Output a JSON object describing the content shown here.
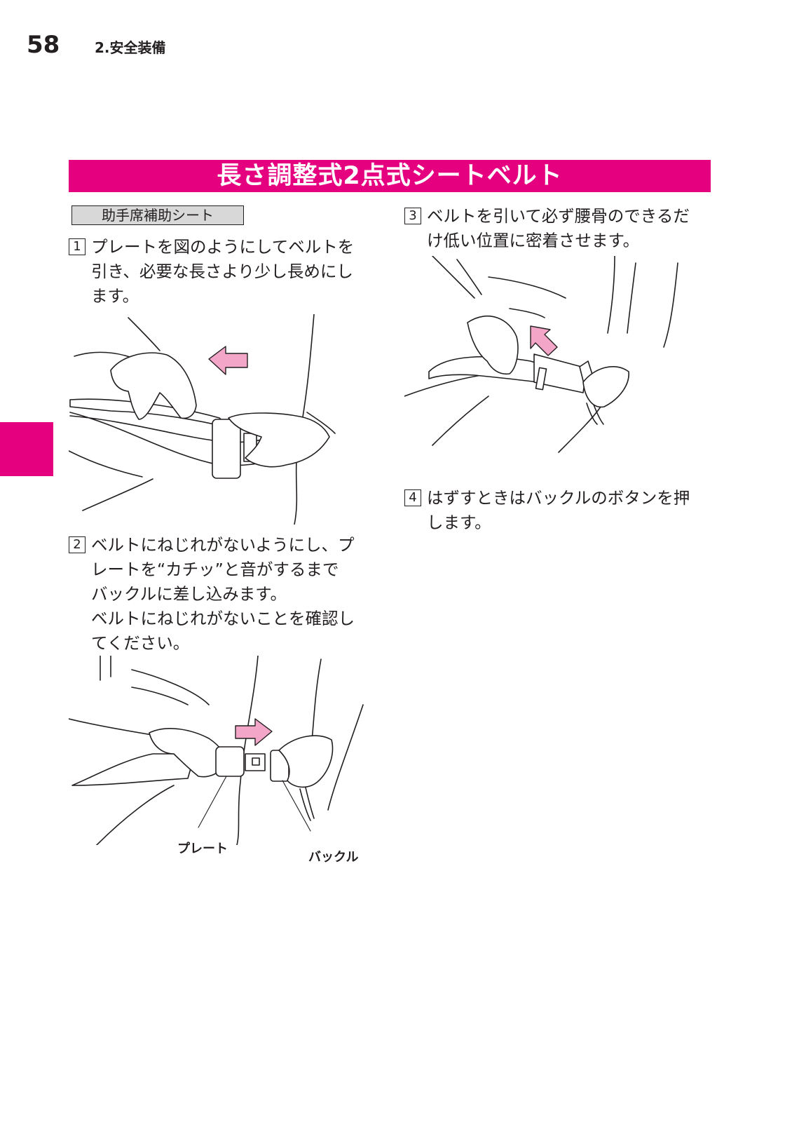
{
  "header": {
    "page_number": "58",
    "section": "2.安全装備"
  },
  "banner_title": "長さ調整式2点式シートベルト",
  "subhead": "助手席補助シート",
  "steps": [
    {
      "number": "1",
      "text": "プレートを図のようにしてベルトを\n引き、必要な長さより少し長めにし\nます。"
    },
    {
      "number": "2",
      "text": "ベルトにねじれがないようにし、プ\nレートを“カチッ”と音がするまで\nバックルに差し込みます。\nベルトにねじれがないことを確認し\nてください。"
    },
    {
      "number": "3",
      "text": "ベルトを引いて必ず腰骨のできるだ\nけ低い位置に密着させます。"
    },
    {
      "number": "4",
      "text": "はずすときはバックルのボタンを押\nします。"
    }
  ],
  "callouts": {
    "plate": "プレート",
    "buckle": "バックル"
  },
  "colors": {
    "accent": "#e5007f",
    "arrow_fill": "#f3a6c8",
    "subhead_bg": "#d8d8d8"
  }
}
